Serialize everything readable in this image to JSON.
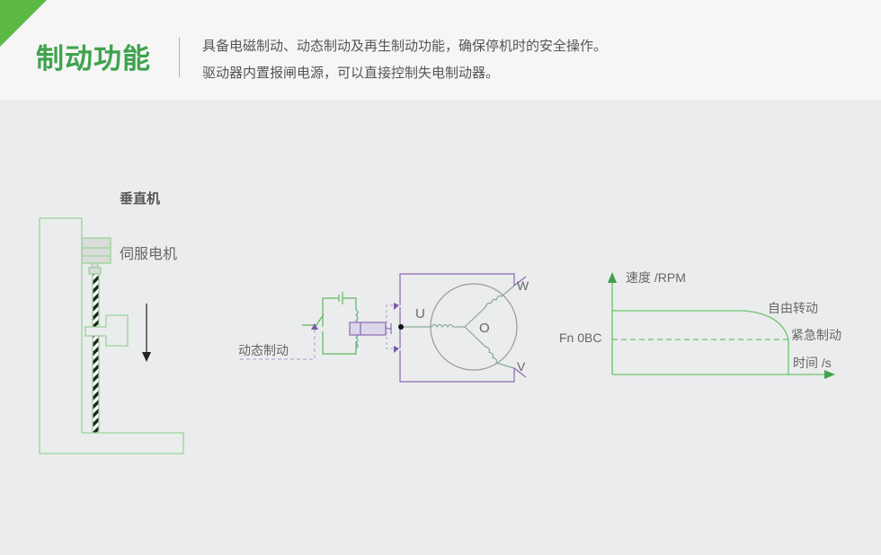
{
  "header": {
    "title": "制动功能",
    "line1": "具备电磁制动、动态制动及再生制动功能，确保停机时的安全操作。",
    "line2": "驱动器内置报闸电源，可以直接控制失电制动器。"
  },
  "machine": {
    "title": "垂直机",
    "motor_label": "伺服电机"
  },
  "circuit": {
    "brake_label": "动态制动",
    "u": "U",
    "v": "V",
    "w": "W",
    "o": "O"
  },
  "speed_chart": {
    "y_label": "速度 /RPM",
    "x_label": "时间 /s",
    "free_run": "自由转动",
    "emergency": "紧急制动",
    "param": "Fn 0BC"
  },
  "colors": {
    "green": "#3fa34d",
    "line_green": "#8ccf8c",
    "purple": "#8a6aae"
  }
}
